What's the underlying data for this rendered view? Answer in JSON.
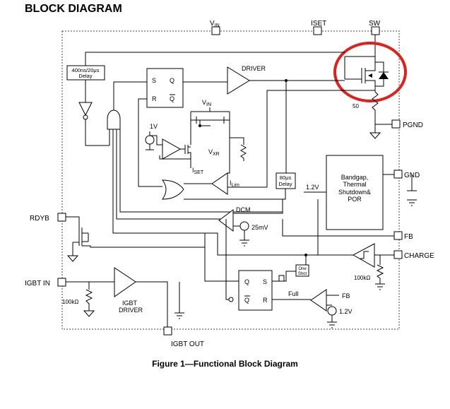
{
  "title": "BLOCK DIAGRAM",
  "caption": "Figure 1—Functional Block Diagram",
  "colors": {
    "line": "#000000",
    "highlight": "#e0201b",
    "background": "#ffffff"
  },
  "pins": {
    "vin": "V",
    "vin_sub": "IN",
    "iset": "ISET",
    "sw": "SW",
    "pgnd": "PGND",
    "gnd": "GND",
    "fb": "FB",
    "charge": "CHARGE",
    "rdyb": "RDYB",
    "igbt_in": "IGBT IN",
    "igbt_out": "IGBT OUT"
  },
  "blocks": {
    "delay_top_1": "400ns/20μs",
    "delay_top_2": "Delay",
    "delay_80_1": "80μs",
    "delay_80_2": "Delay",
    "one_shot_1": "One",
    "one_shot_2": "Shot",
    "bandgap_1": "Bandgap,",
    "bandgap_2": "Thermal",
    "bandgap_3": "Shutdown&",
    "bandgap_4": "POR",
    "ff1_s": "S",
    "ff1_q": "Q",
    "ff1_r": "R",
    "ff1_qbar": "Q",
    "ff2_q": "Q",
    "ff2_s": "S",
    "ff2_qbar": "Q",
    "ff2_r": "R"
  },
  "labels": {
    "driver": "DRIVER",
    "vin_inner": "V",
    "vin_inner_sub": "IN",
    "one_v": "1V",
    "vxr": "V",
    "vxr_sub": "XR",
    "iset_inner": "I",
    "iset_inner_sub": "SET",
    "ilim": "I",
    "ilim_sub": "Lim",
    "v12_left": "1.2V",
    "dcm": "DCM",
    "v25mv": "25mV",
    "r100k_right": "100kΩ",
    "r100k_left": "100kΩ",
    "igbt_driver_1": "IGBT",
    "igbt_driver_2": "DRIVER",
    "full": "Full",
    "fb_inner": "FB",
    "v12_bottom": "1.2V",
    "sense_res": "50"
  }
}
